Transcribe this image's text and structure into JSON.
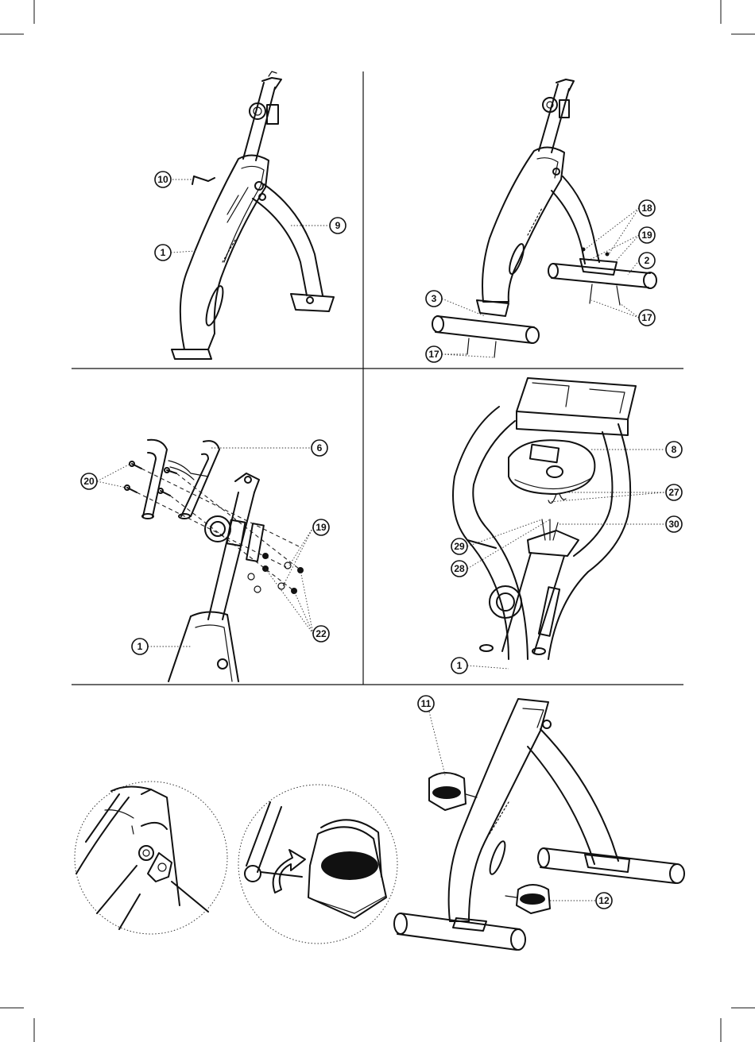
{
  "callouts": {
    "p1": {
      "frame": "1",
      "bar": "10",
      "rear_leg": "9"
    },
    "p2": {
      "bolt_a": "18",
      "washer": "19",
      "rear_stabilizer": "2",
      "front_stabilizer": "3",
      "bolt_b_rear": "17",
      "bolt_b_front": "17"
    },
    "p3": {
      "handlebar": "6",
      "bolt": "20",
      "washer": "19",
      "nut": "22",
      "frame": "1"
    },
    "p4": {
      "console": "8",
      "connector_a": "27",
      "connector_b": "30",
      "connector_c": "29",
      "connector_d": "28",
      "frame": "1"
    },
    "p5": {
      "pedal_left": "11",
      "pedal_right": "12"
    }
  },
  "colors": {
    "line": "#111111",
    "background": "#ffffff"
  }
}
